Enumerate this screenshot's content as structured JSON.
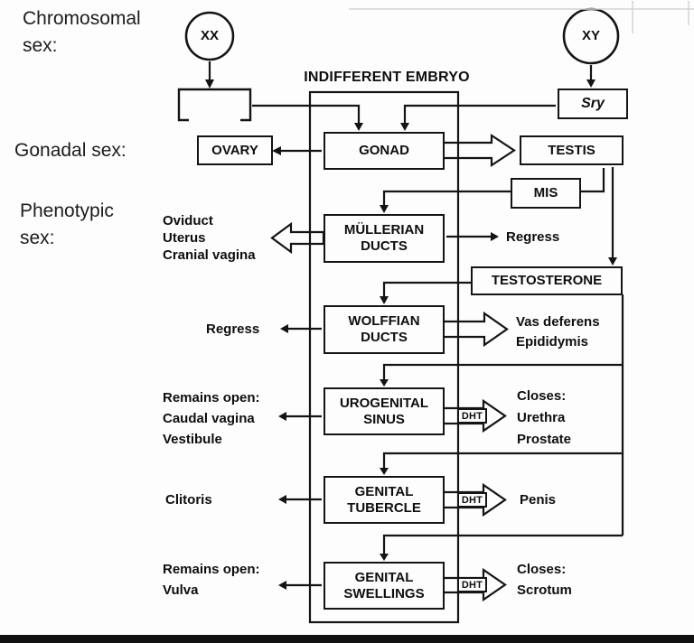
{
  "labels": {
    "chromosomal_1": "Chromosomal",
    "chromosomal_2": "sex:",
    "gonadal": "Gonadal sex:",
    "phenotypic_1": "Phenotypic",
    "phenotypic_2": "sex:"
  },
  "title": "INDIFFERENT EMBRYO",
  "nodes": {
    "xx": "XX",
    "xy": "XY",
    "sry": "Sry",
    "ovary": "OVARY",
    "gonad": "GONAD",
    "testis": "TESTIS",
    "mis": "MIS",
    "testosterone": "TESTOSTERONE",
    "mullerian": [
      "MÜLLERIAN",
      "DUCTS"
    ],
    "wolffian": [
      "WOLFFIAN",
      "DUCTS"
    ],
    "urogenital": [
      "UROGENITAL",
      "SINUS"
    ],
    "tubercle": [
      "GENITAL",
      "TUBERCLE"
    ],
    "swellings": [
      "GENITAL",
      "SWELLINGS"
    ]
  },
  "female_outcomes": {
    "mullerian": [
      "Oviduct",
      "Uterus",
      "Cranial vagina"
    ],
    "wolffian": "Regress",
    "urogenital": [
      "Remains open:",
      "Caudal vagina",
      "Vestibule"
    ],
    "tubercle": "Clitoris",
    "swellings": [
      "Remains open:",
      "Vulva"
    ]
  },
  "male_outcomes": {
    "mullerian": "Regress",
    "wolffian": [
      "Vas deferens",
      "Epididymis"
    ],
    "urogenital": [
      "Closes:",
      "Urethra",
      "Prostate"
    ],
    "tubercle": "Penis",
    "swellings": [
      "Closes:",
      "Scrotum"
    ]
  },
  "hormones": {
    "dht": "DHT"
  },
  "colors": {
    "ink": "#141414",
    "background": "#fdfdfd",
    "bottom_bar": "#111111"
  }
}
